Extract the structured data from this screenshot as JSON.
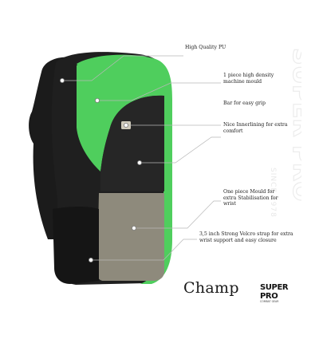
{
  "callouts": [
    {
      "id": "pu",
      "text": "High Quality PU"
    },
    {
      "id": "mould",
      "text": "1 piece high density\nmachine mould"
    },
    {
      "id": "grip",
      "text": "Bar for easy grip"
    },
    {
      "id": "lining",
      "text": "Nice Innerlining for extra\ncomfort"
    },
    {
      "id": "wrist",
      "text": "One piece Mould for\nextra Stabilisation for\nwrist"
    },
    {
      "id": "velcro",
      "text": "3,5 inch Strong Velcro strap for extra\nwrist support and easy closure"
    }
  ],
  "product": {
    "name": "Champ"
  },
  "brand": {
    "name": "SUPER PRO",
    "sub": "COMBAT GEAR"
  },
  "watermark": {
    "text": "SUPER PRO",
    "since": "SINCE 1978"
  },
  "colors": {
    "green": "#4fce5d",
    "black": "#1b1b1b",
    "grey": "#8e8a7c",
    "line": "#b8b8b8"
  }
}
